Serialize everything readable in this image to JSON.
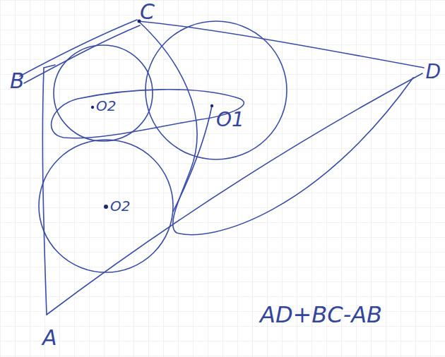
{
  "diagram": {
    "labels": [
      "B",
      "C",
      "D",
      "A",
      "O2",
      "O1",
      "O2",
      "AD+BC-AB"
    ]
  }
}
